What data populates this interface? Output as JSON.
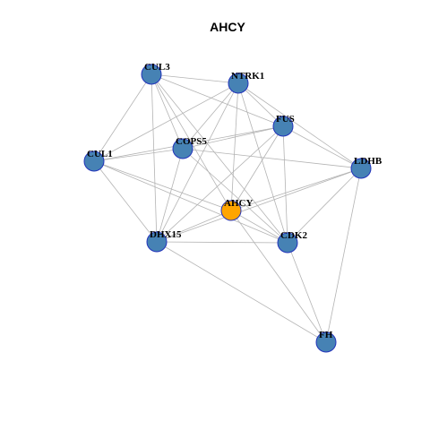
{
  "title": "AHCY",
  "colors": {
    "node_fill": "#4682B4",
    "center_fill": "#FFA500",
    "node_stroke": "#2233BB",
    "edge": "#B4B4B4"
  },
  "nodes": [
    {
      "id": "CUL3",
      "label": "CUL3",
      "center": false
    },
    {
      "id": "NTRK1",
      "label": "NTRK1",
      "center": false
    },
    {
      "id": "FUS",
      "label": "FUS",
      "center": false
    },
    {
      "id": "COPS5",
      "label": "COPS5",
      "center": false
    },
    {
      "id": "CUL1",
      "label": "CUL1",
      "center": false
    },
    {
      "id": "LDHB",
      "label": "LDHB",
      "center": false
    },
    {
      "id": "AHCY",
      "label": "AHCY",
      "center": true
    },
    {
      "id": "DHX15",
      "label": "DHX15",
      "center": false
    },
    {
      "id": "CDK2",
      "label": "CDK2",
      "center": false
    },
    {
      "id": "FH",
      "label": "FH",
      "center": false
    }
  ],
  "edges": [
    [
      "CUL3",
      "NTRK1"
    ],
    [
      "CUL3",
      "FUS"
    ],
    [
      "CUL3",
      "COPS5"
    ],
    [
      "CUL3",
      "CUL1"
    ],
    [
      "CUL3",
      "AHCY"
    ],
    [
      "CUL3",
      "DHX15"
    ],
    [
      "CUL3",
      "CDK2"
    ],
    [
      "NTRK1",
      "FUS"
    ],
    [
      "NTRK1",
      "COPS5"
    ],
    [
      "NTRK1",
      "CUL1"
    ],
    [
      "NTRK1",
      "LDHB"
    ],
    [
      "NTRK1",
      "AHCY"
    ],
    [
      "NTRK1",
      "DHX15"
    ],
    [
      "NTRK1",
      "CDK2"
    ],
    [
      "FUS",
      "COPS5"
    ],
    [
      "FUS",
      "CUL1"
    ],
    [
      "FUS",
      "LDHB"
    ],
    [
      "FUS",
      "AHCY"
    ],
    [
      "FUS",
      "DHX15"
    ],
    [
      "FUS",
      "CDK2"
    ],
    [
      "COPS5",
      "CUL1"
    ],
    [
      "COPS5",
      "LDHB"
    ],
    [
      "COPS5",
      "DHX15"
    ],
    [
      "COPS5",
      "CDK2"
    ],
    [
      "CUL1",
      "AHCY"
    ],
    [
      "CUL1",
      "DHX15"
    ],
    [
      "CUL1",
      "CDK2"
    ],
    [
      "LDHB",
      "AHCY"
    ],
    [
      "LDHB",
      "DHX15"
    ],
    [
      "LDHB",
      "CDK2"
    ],
    [
      "LDHB",
      "FH"
    ],
    [
      "AHCY",
      "DHX15"
    ],
    [
      "AHCY",
      "CDK2"
    ],
    [
      "AHCY",
      "FH"
    ],
    [
      "DHX15",
      "CDK2"
    ],
    [
      "DHX15",
      "FH"
    ],
    [
      "CDK2",
      "FH"
    ]
  ]
}
